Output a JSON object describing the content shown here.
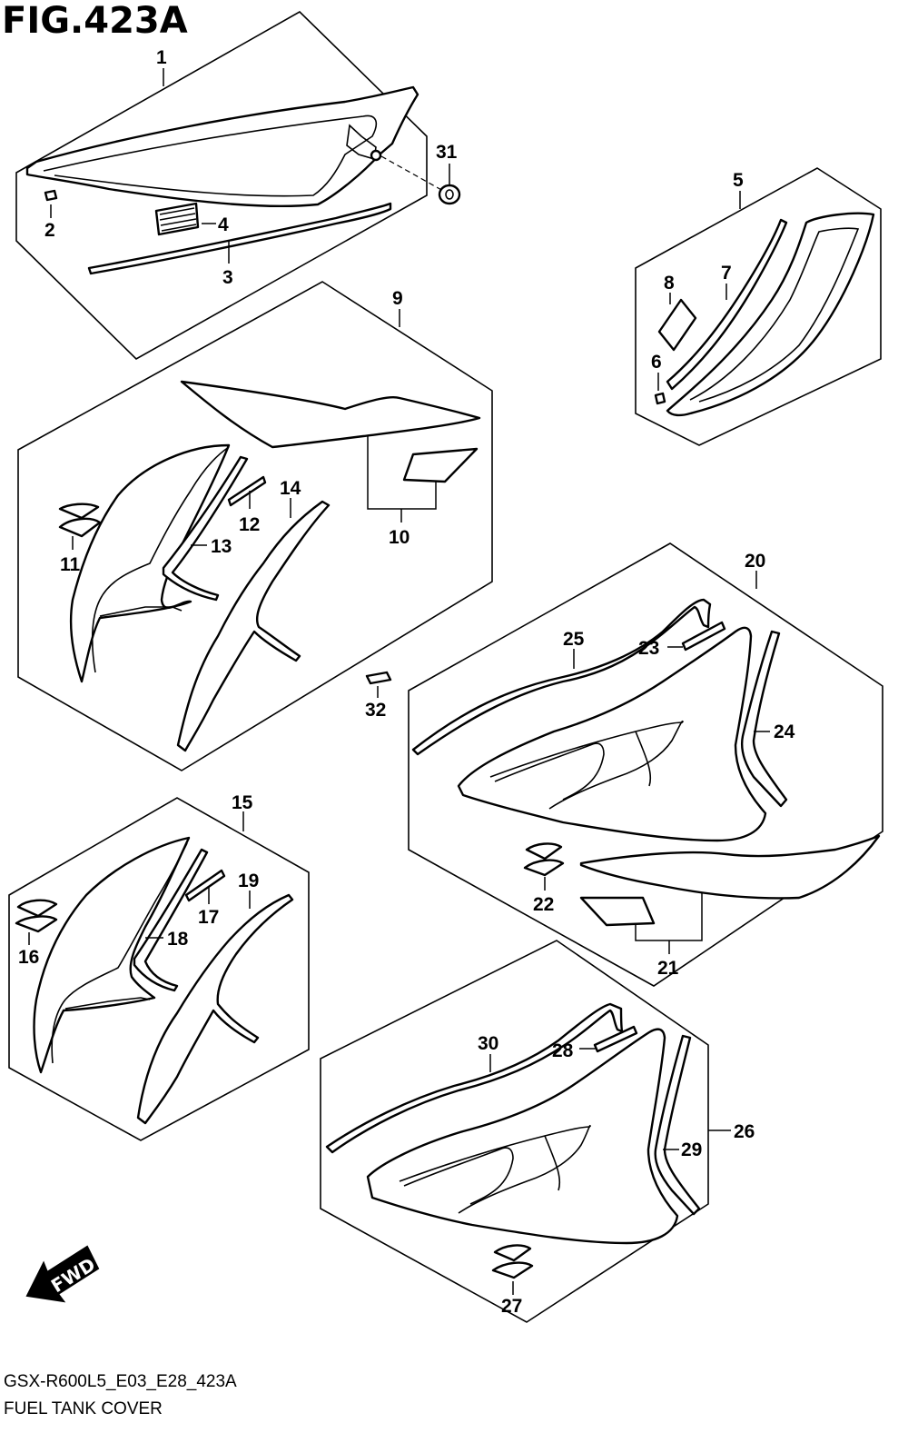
{
  "figure": {
    "title": "FIG.423A",
    "model_code": "GSX-R600L5_E03_E28_423A",
    "caption": "FUEL TANK COVER"
  },
  "parts": [
    {
      "id": "p1",
      "text": "1"
    },
    {
      "id": "p2",
      "text": "2"
    },
    {
      "id": "p3",
      "text": "3"
    },
    {
      "id": "p4",
      "text": "4"
    },
    {
      "id": "p5",
      "text": "5"
    },
    {
      "id": "p6",
      "text": "6"
    },
    {
      "id": "p7",
      "text": "7"
    },
    {
      "id": "p8",
      "text": "8"
    },
    {
      "id": "p9",
      "text": "9"
    },
    {
      "id": "p10",
      "text": "10"
    },
    {
      "id": "p11",
      "text": "11"
    },
    {
      "id": "p12",
      "text": "12"
    },
    {
      "id": "p13",
      "text": "13"
    },
    {
      "id": "p14",
      "text": "14"
    },
    {
      "id": "p15",
      "text": "15"
    },
    {
      "id": "p16",
      "text": "16"
    },
    {
      "id": "p17",
      "text": "17"
    },
    {
      "id": "p18",
      "text": "18"
    },
    {
      "id": "p19",
      "text": "19"
    },
    {
      "id": "p20",
      "text": "20"
    },
    {
      "id": "p21",
      "text": "21"
    },
    {
      "id": "p22",
      "text": "22"
    },
    {
      "id": "p23",
      "text": "23"
    },
    {
      "id": "p24",
      "text": "24"
    },
    {
      "id": "p25",
      "text": "25"
    },
    {
      "id": "p26",
      "text": "26"
    },
    {
      "id": "p27",
      "text": "27"
    },
    {
      "id": "p28",
      "text": "28"
    },
    {
      "id": "p29",
      "text": "29"
    },
    {
      "id": "p30",
      "text": "30"
    },
    {
      "id": "p31",
      "text": "31"
    },
    {
      "id": "p32",
      "text": "32"
    }
  ],
  "fwd_label": "FWD"
}
